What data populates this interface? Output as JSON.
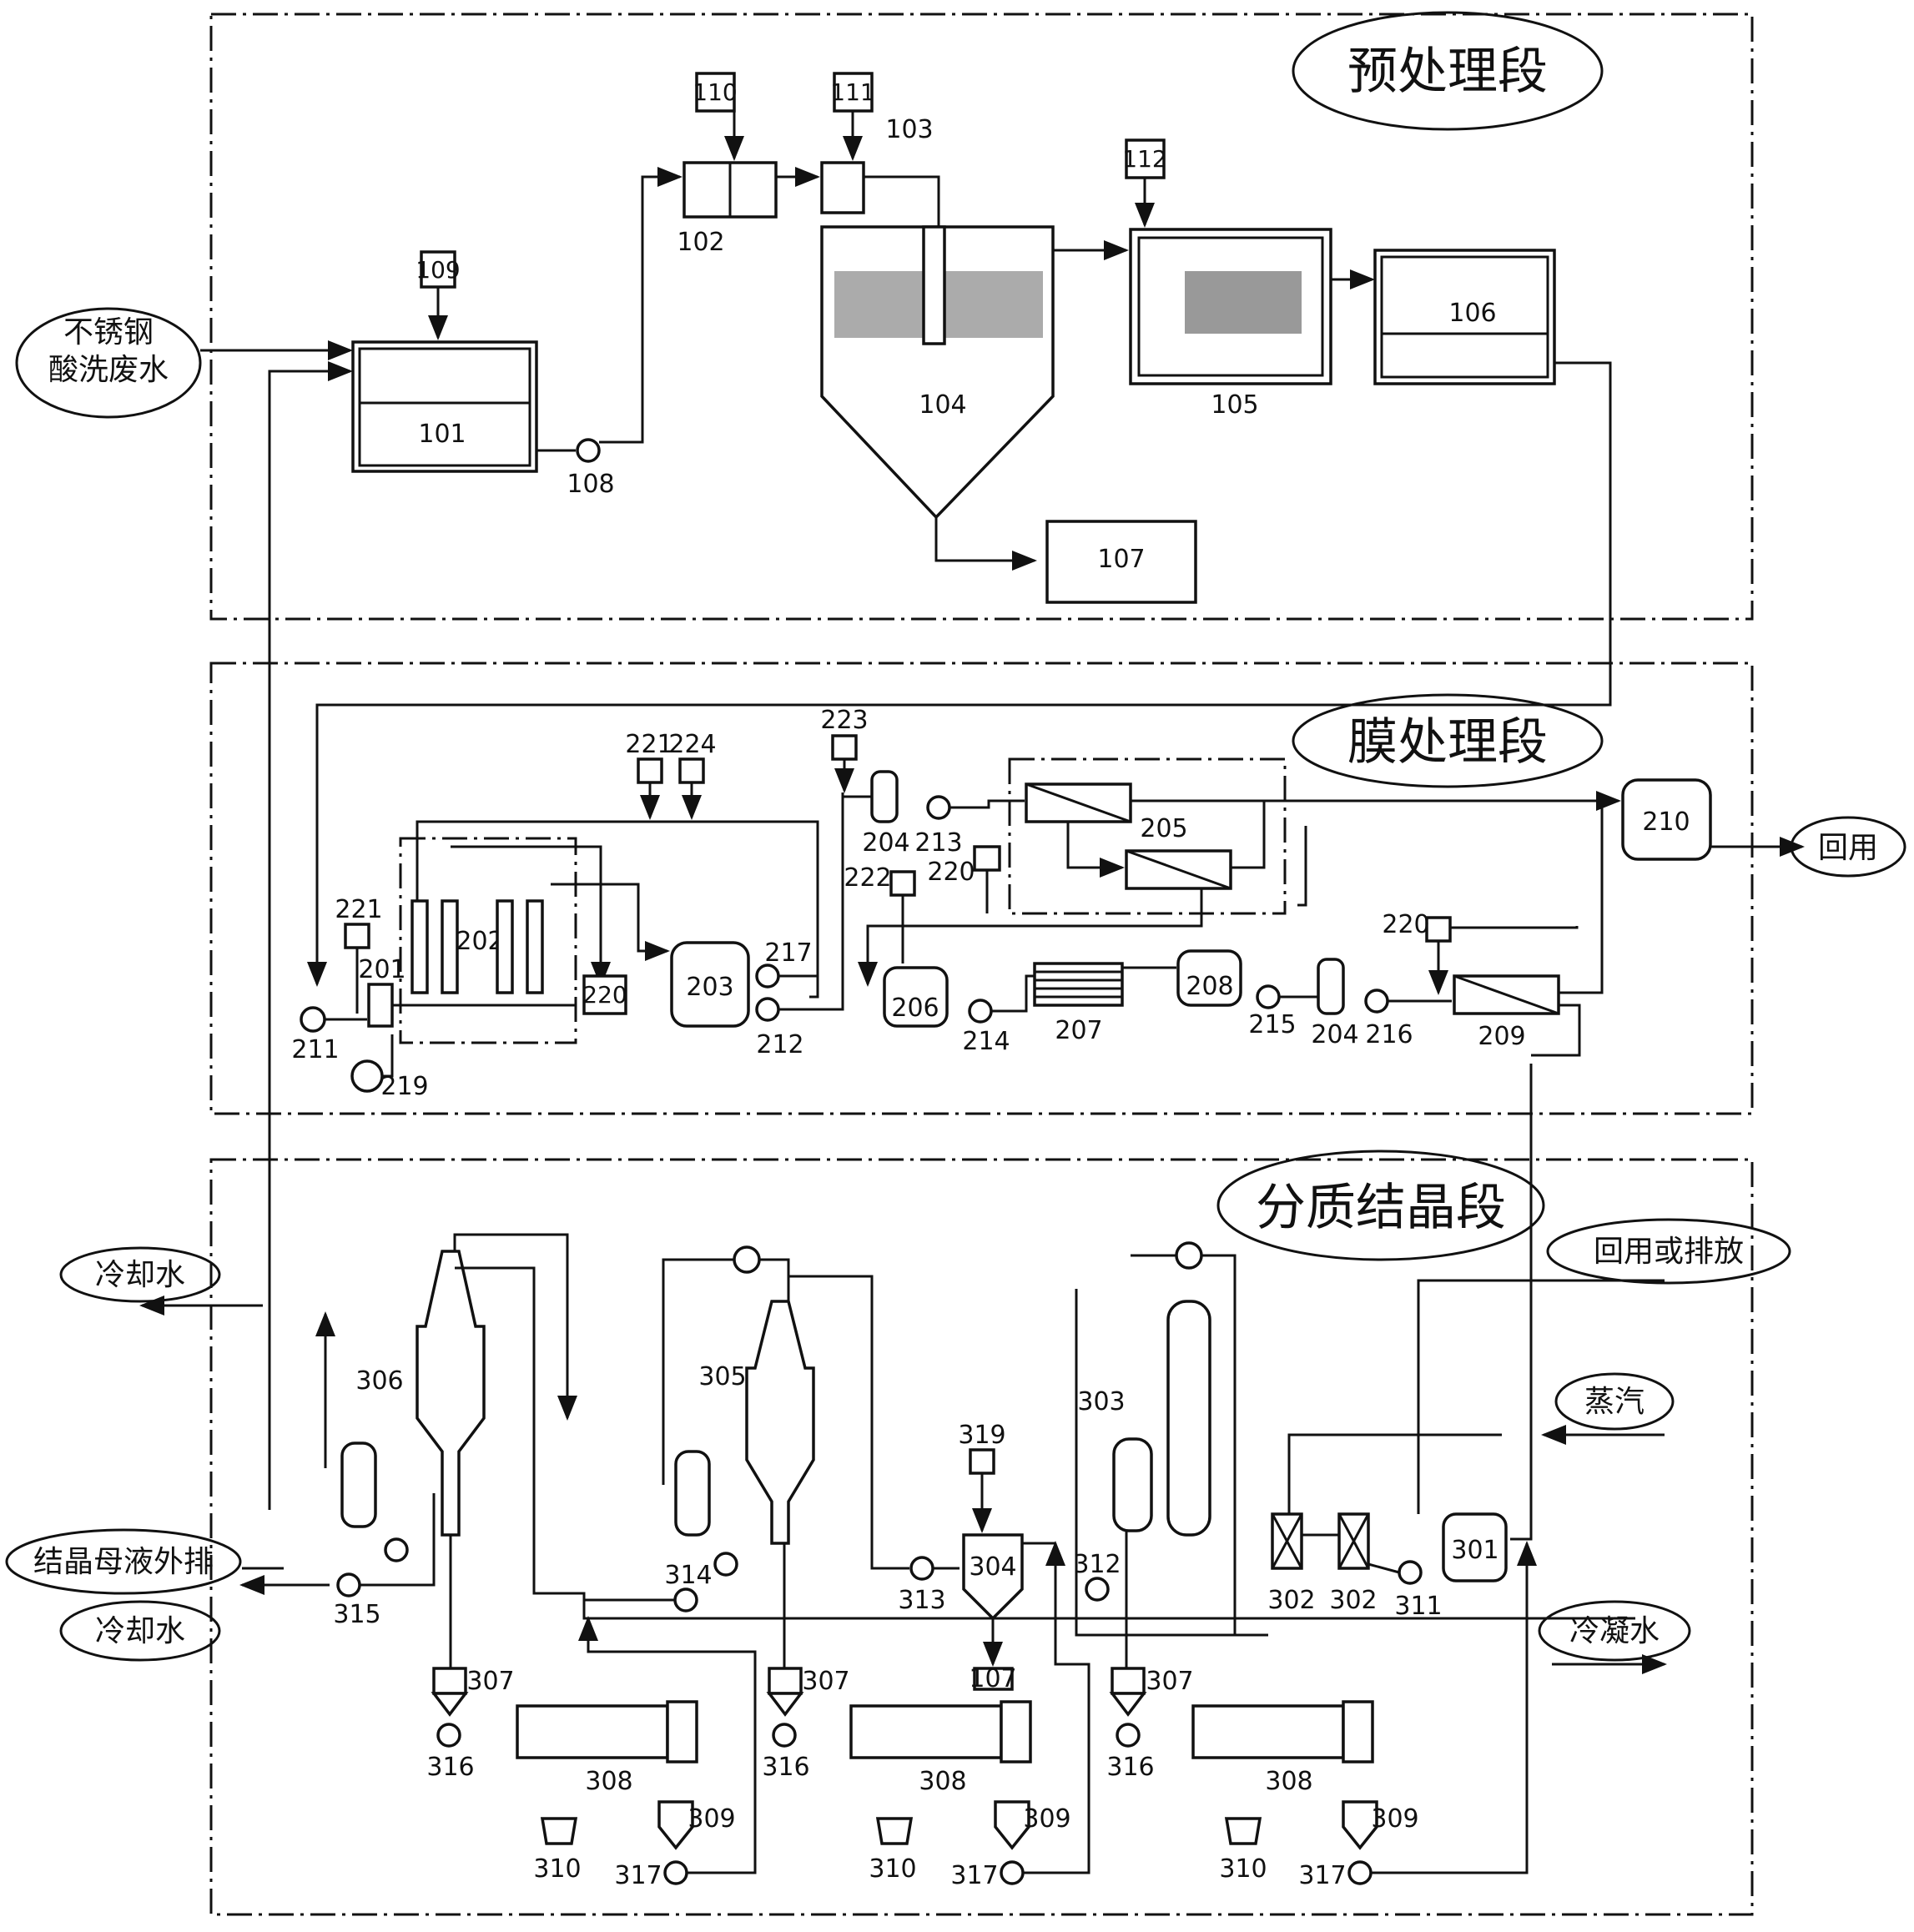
{
  "sections": {
    "pretreatment": "预处理段",
    "membrane": "膜处理段",
    "crystallization": "分质结晶段"
  },
  "io": {
    "influent_line1": "不锈钢",
    "influent_line2": "酸洗废水",
    "reuse": "回用",
    "reuse_or_discharge": "回用或排放",
    "steam": "蒸汽",
    "condensate": "冷凝水",
    "cooling_water_top": "冷却水",
    "cooling_water_bottom": "冷却水",
    "mother_liquor": "结晶母液外排"
  },
  "labels": {
    "u101": "101",
    "u102": "102",
    "u103": "103",
    "u104": "104",
    "u105": "105",
    "u106": "106",
    "u107": "107",
    "u108": "108",
    "u109": "109",
    "u110": "110",
    "u111": "111",
    "u112": "112",
    "u201": "201",
    "u202": "202",
    "u203": "203",
    "u204a": "204",
    "u204b": "204",
    "u205": "205",
    "u206": "206",
    "u207": "207",
    "u208": "208",
    "u209": "209",
    "u210": "210",
    "u211": "211",
    "u212": "212",
    "u213": "213",
    "u214": "214",
    "u215": "215",
    "u216": "216",
    "u217": "217",
    "u219": "219",
    "u220a": "220",
    "u220b": "220",
    "u220c": "220",
    "u221a": "221",
    "u221b": "221",
    "u222": "222",
    "u223": "223",
    "u224": "224",
    "u301": "301",
    "u302a": "302",
    "u302b": "302",
    "u303": "303",
    "u304": "304",
    "u305": "305",
    "u306": "306",
    "u307a": "307",
    "u307b": "307",
    "u307c": "307",
    "u308a": "308",
    "u308b": "308",
    "u308c": "308",
    "u309a": "309",
    "u309b": "309",
    "u309c": "309",
    "u310a": "310",
    "u310b": "310",
    "u310c": "310",
    "u311": "311",
    "u312": "312",
    "u313": "313",
    "u314": "314",
    "u315": "315",
    "u316a": "316",
    "u316b": "316",
    "u316c": "316",
    "u317a": "317",
    "u317b": "317",
    "u317c": "317",
    "u319": "319",
    "u107b": "107"
  }
}
